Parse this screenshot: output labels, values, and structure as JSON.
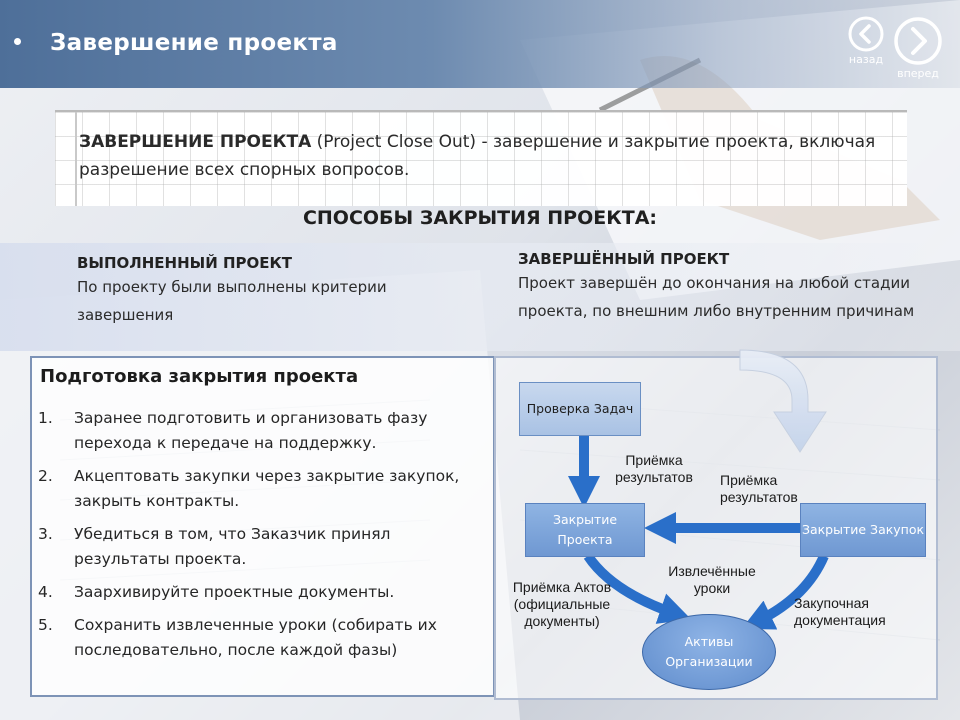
{
  "header": {
    "title": "Завершение проекта",
    "nav_back_label": "назад",
    "nav_forward_label": "вперед"
  },
  "definition": {
    "term": "ЗАВЕРШЕНИЕ ПРОЕКТА",
    "term_en": "(Project Close Out)",
    "text": " - завершение и закрытие проекта, включая разрешение всех спорных вопросов."
  },
  "methods": {
    "title": "СПОСОБЫ ЗАКРЫТИЯ ПРОЕКТА:",
    "items": [
      {
        "heading": "ВЫПОЛНЕННЫЙ ПРОЕКТ",
        "text": "По проекту были выполнены критерии завершения"
      },
      {
        "heading": "ЗАВЕРШЁННЫЙ ПРОЕКТ",
        "text": "Проект завершён до окончания на любой стадии проекта, по внешним либо внутренним причинам"
      }
    ]
  },
  "preparation": {
    "title": "Подготовка закрытия проекта",
    "steps": [
      {
        "num": "1.",
        "text": "Заранее подготовить и организовать фазу перехода к передаче на поддержку."
      },
      {
        "num": "2.",
        "text": "Акцептовать закупки через закрытие закупок, закрыть контракты."
      },
      {
        "num": "3.",
        "text": "Убедиться в том, что Заказчик принял результаты проекта."
      },
      {
        "num": "4.",
        "text": "Заархивируйте проектные документы."
      },
      {
        "num": "5.",
        "text": "Сохранить извлеченные уроки (собирать их последовательно, после каждой фазы)"
      }
    ]
  },
  "flow": {
    "box_task_check": "Проверка Задач",
    "box_project_close_1": "Закрытие",
    "box_project_close_2": "Проекта",
    "box_procurement_close": "Закрытие Закупок",
    "ellipse_1": "Активы",
    "ellipse_2": "Организации",
    "label_acceptance_1": "Приёмка результатов",
    "label_acceptance_2": "Приёмка результатов",
    "label_acts": "Приёмка Актов (официальные документы)",
    "label_lessons": "Извлечённые уроки",
    "label_procurement_docs": "Закупочная документация"
  },
  "colors": {
    "header": "#4e6f99",
    "box_light": "#a9c2e4",
    "box_dark": "#6f98d2",
    "arrow": "#2a6fc9",
    "panel_border": "#7d93b6"
  }
}
